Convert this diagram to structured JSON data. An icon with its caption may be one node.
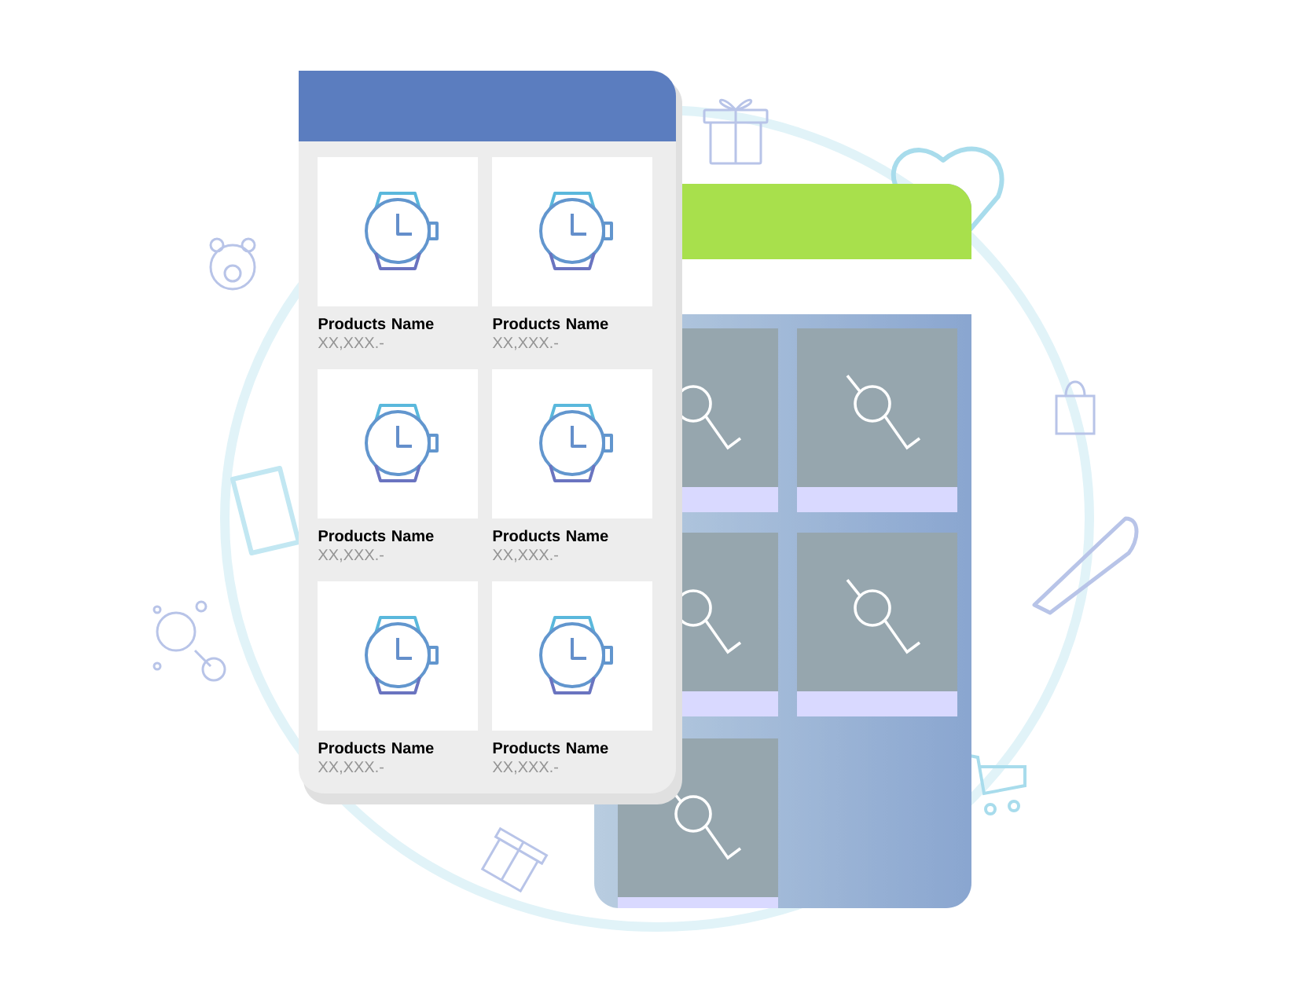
{
  "diagram": {
    "nodes": [
      {
        "text": [
          "Products Name",
          "XX,XXX.-"
        ]
      },
      {
        "text": [
          "Products Name",
          "XX,XXX.-"
        ]
      },
      {
        "text": [
          "Products Name",
          "XX,XXX.-"
        ]
      },
      {
        "text": [
          "Products Name",
          "XX,XXX.-"
        ]
      },
      {
        "text": [
          "Products Name",
          "XX,XXX.-"
        ]
      },
      {
        "text": [
          "Products Name",
          "XX,XXX.-"
        ]
      }
    ]
  }
}
